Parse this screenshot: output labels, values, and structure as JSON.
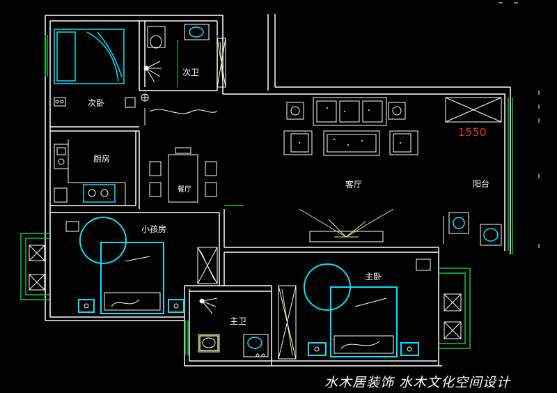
{
  "rooms": {
    "secondary_bedroom": "次卧",
    "secondary_bath": "次卫",
    "kitchen": "厨房",
    "dining": "餐厅",
    "living": "客厅",
    "balcony": "阳台",
    "kids_room": "小孩房",
    "master_bedroom": "主卧",
    "master_bath": "主卫"
  },
  "dimensions": {
    "balcony_width": "1550"
  },
  "credit": "水木居装饰 水木文化空间设计",
  "colors": {
    "background": "#000000",
    "wall": "#ffffff",
    "furniture": "#00e5ff",
    "fixture": "#f0f080",
    "green": "#00cc44",
    "dimension": "#e03030"
  }
}
